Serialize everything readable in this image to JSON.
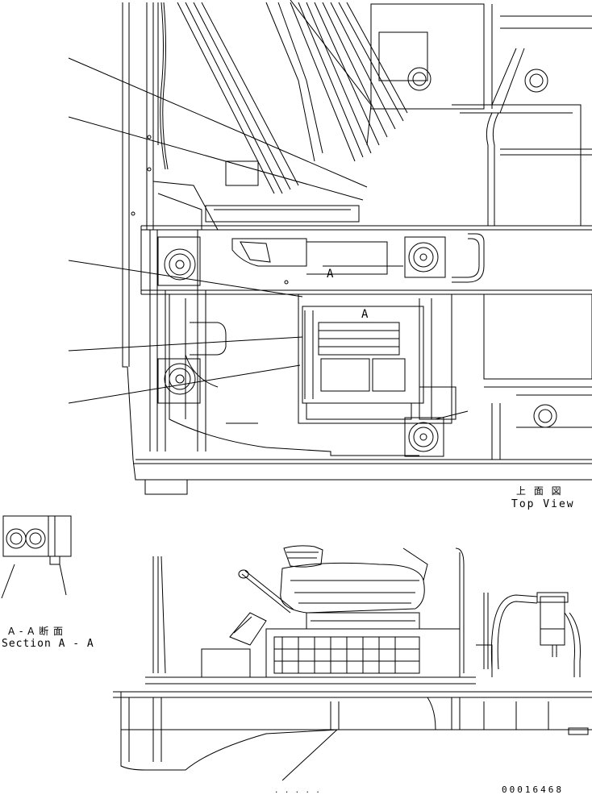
{
  "labels": {
    "top_view_jp": "上 面 図",
    "top_view_en": "Top View",
    "section_jp": "A - A 断 面",
    "section_en": "Section A - A",
    "marker_a1": "A",
    "marker_a2": "A",
    "drawing_number": "00016468",
    "bottom_note": ". . . . ."
  }
}
